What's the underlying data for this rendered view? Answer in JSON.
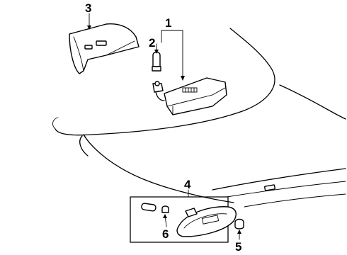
{
  "diagram": {
    "callouts": [
      {
        "id": "c1",
        "text": "1"
      },
      {
        "id": "c2",
        "text": "2"
      },
      {
        "id": "c3",
        "text": "3"
      },
      {
        "id": "c4",
        "text": "4"
      },
      {
        "id": "c5",
        "text": "5"
      },
      {
        "id": "c6",
        "text": "6"
      }
    ]
  }
}
